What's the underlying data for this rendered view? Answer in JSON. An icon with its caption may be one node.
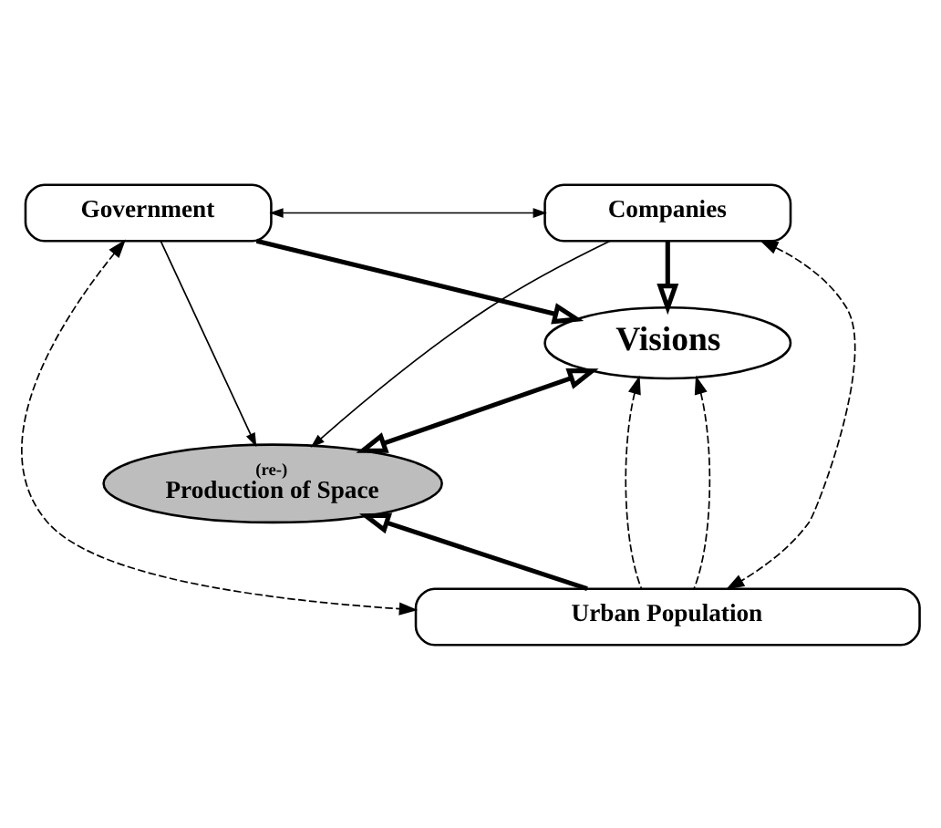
{
  "diagram": {
    "nodes": [
      {
        "text": [
          "Government"
        ]
      },
      {
        "text": [
          "Companies"
        ]
      },
      {
        "text": [
          "Visions"
        ]
      },
      {
        "text": [
          "(re-)",
          "Production of Space"
        ]
      },
      {
        "text": [
          "Urban Population"
        ]
      }
    ],
    "edges": [
      {
        "from": 0,
        "to": 1,
        "arrow": "both"
      },
      {
        "from": 0,
        "to": 2,
        "arrow": "to",
        "style": "thick"
      },
      {
        "from": 1,
        "to": 2,
        "arrow": "to",
        "style": "thick"
      },
      {
        "from": 2,
        "to": 3,
        "arrow": "both",
        "style": "thick"
      },
      {
        "from": 0,
        "to": 3,
        "arrow": "to"
      },
      {
        "from": 1,
        "to": 3,
        "arrow": "to"
      },
      {
        "from": 4,
        "to": 2,
        "arrow": "to",
        "style": "dashed"
      },
      {
        "from": 4,
        "to": 2,
        "arrow": "to",
        "style": "dashed"
      },
      {
        "from": 4,
        "to": 3,
        "arrow": "to",
        "style": "thick"
      },
      {
        "from": 0,
        "to": 4,
        "arrow": "both",
        "style": "dashed"
      },
      {
        "from": 1,
        "to": 4,
        "arrow": "both",
        "style": "dashed"
      }
    ]
  }
}
